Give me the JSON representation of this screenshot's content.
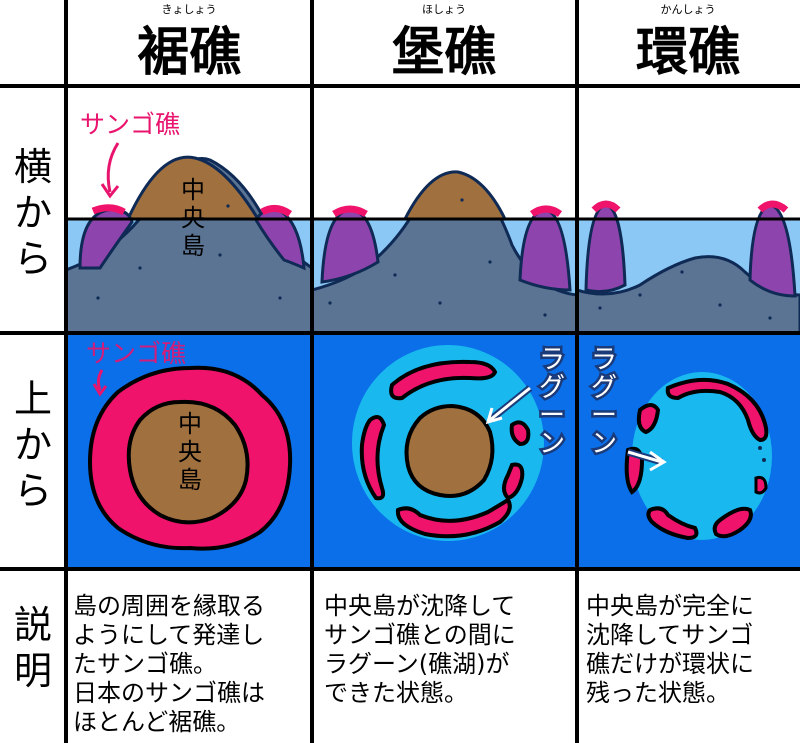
{
  "columns": [
    {
      "title": "裾礁",
      "ruby": "きょしょう"
    },
    {
      "title": "堡礁",
      "ruby": "ほしょう"
    },
    {
      "title": "環礁",
      "ruby": "かんしょう"
    }
  ],
  "rows": {
    "side": "横から",
    "top": "上から",
    "explain": "説明"
  },
  "labels": {
    "coral_side": "サンゴ礁",
    "coral_top": "サンゴ礁",
    "island_side": "中央島",
    "island_top": "中央島",
    "lagoon": "ラグーン"
  },
  "descriptions": [
    [
      "島の周囲を縁取る",
      "ようにして発達し",
      "たサンゴ礁。",
      "日本のサンゴ礁は",
      "ほとんど裾礁。"
    ],
    [
      "中央島が沈降して",
      "サンゴ礁との間に",
      "ラグーン(礁湖)が",
      "できた状態。"
    ],
    [
      "中央島が完全に",
      "沈降してサンゴ",
      "礁だけが環状に",
      "残った状態。"
    ]
  ],
  "colors": {
    "ocean_top": "#0a6fe8",
    "lagoon": "#19b9f0",
    "coral": "#f0136b",
    "coral_side": "#8e44ad",
    "island": "#a0703e",
    "seabed": "#5b7493",
    "sea_side": "#8cc8f5"
  }
}
